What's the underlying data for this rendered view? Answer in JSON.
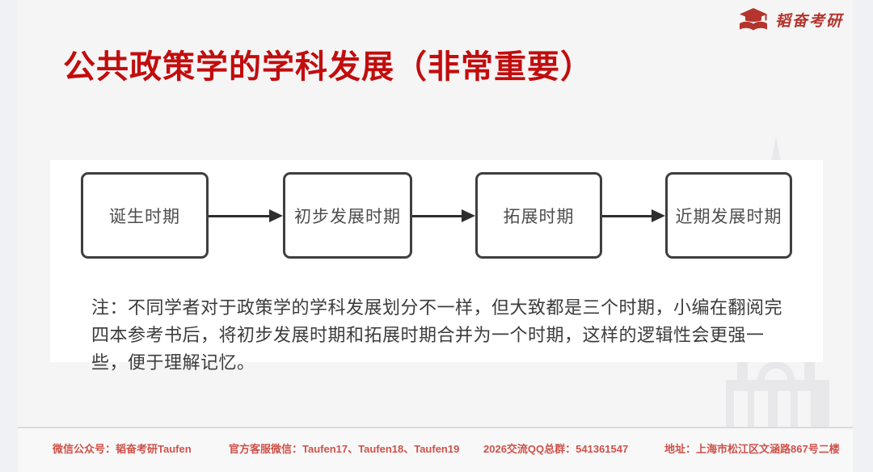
{
  "colors": {
    "title_red": "#c20d0d",
    "brand_red": "#b5342c",
    "footer_red": "#cf5149",
    "box_border": "#3f3f3f",
    "arrow_dark": "#2e2e2e",
    "watermark_gray": "#e8e8ea"
  },
  "brand": {
    "name": "韬奋考研",
    "logo_icon": "graduation-cap-open-book"
  },
  "slide": {
    "title": "公共政策学的学科发展（非常重要）",
    "flow": {
      "steps": [
        "诞生时期",
        "初步发展时期",
        "拓展时期",
        "近期发展时期"
      ]
    },
    "note": "注：不同学者对于政策学的学科发展划分不一样，但大致都是三个时期，小编在翻阅完四本参考书后，将初步发展时期和拓展时期合并为一个时期，这样的逻辑性会更强一些，便于理解记忆。"
  },
  "footer": {
    "items": [
      "微信公众号：韬奋考研Taufen",
      "官方客服微信：Taufen17、Taufen18、Taufen19",
      "2026交流QQ总群：541361547",
      "地址：上海市松江区文涵路867号二楼"
    ]
  }
}
